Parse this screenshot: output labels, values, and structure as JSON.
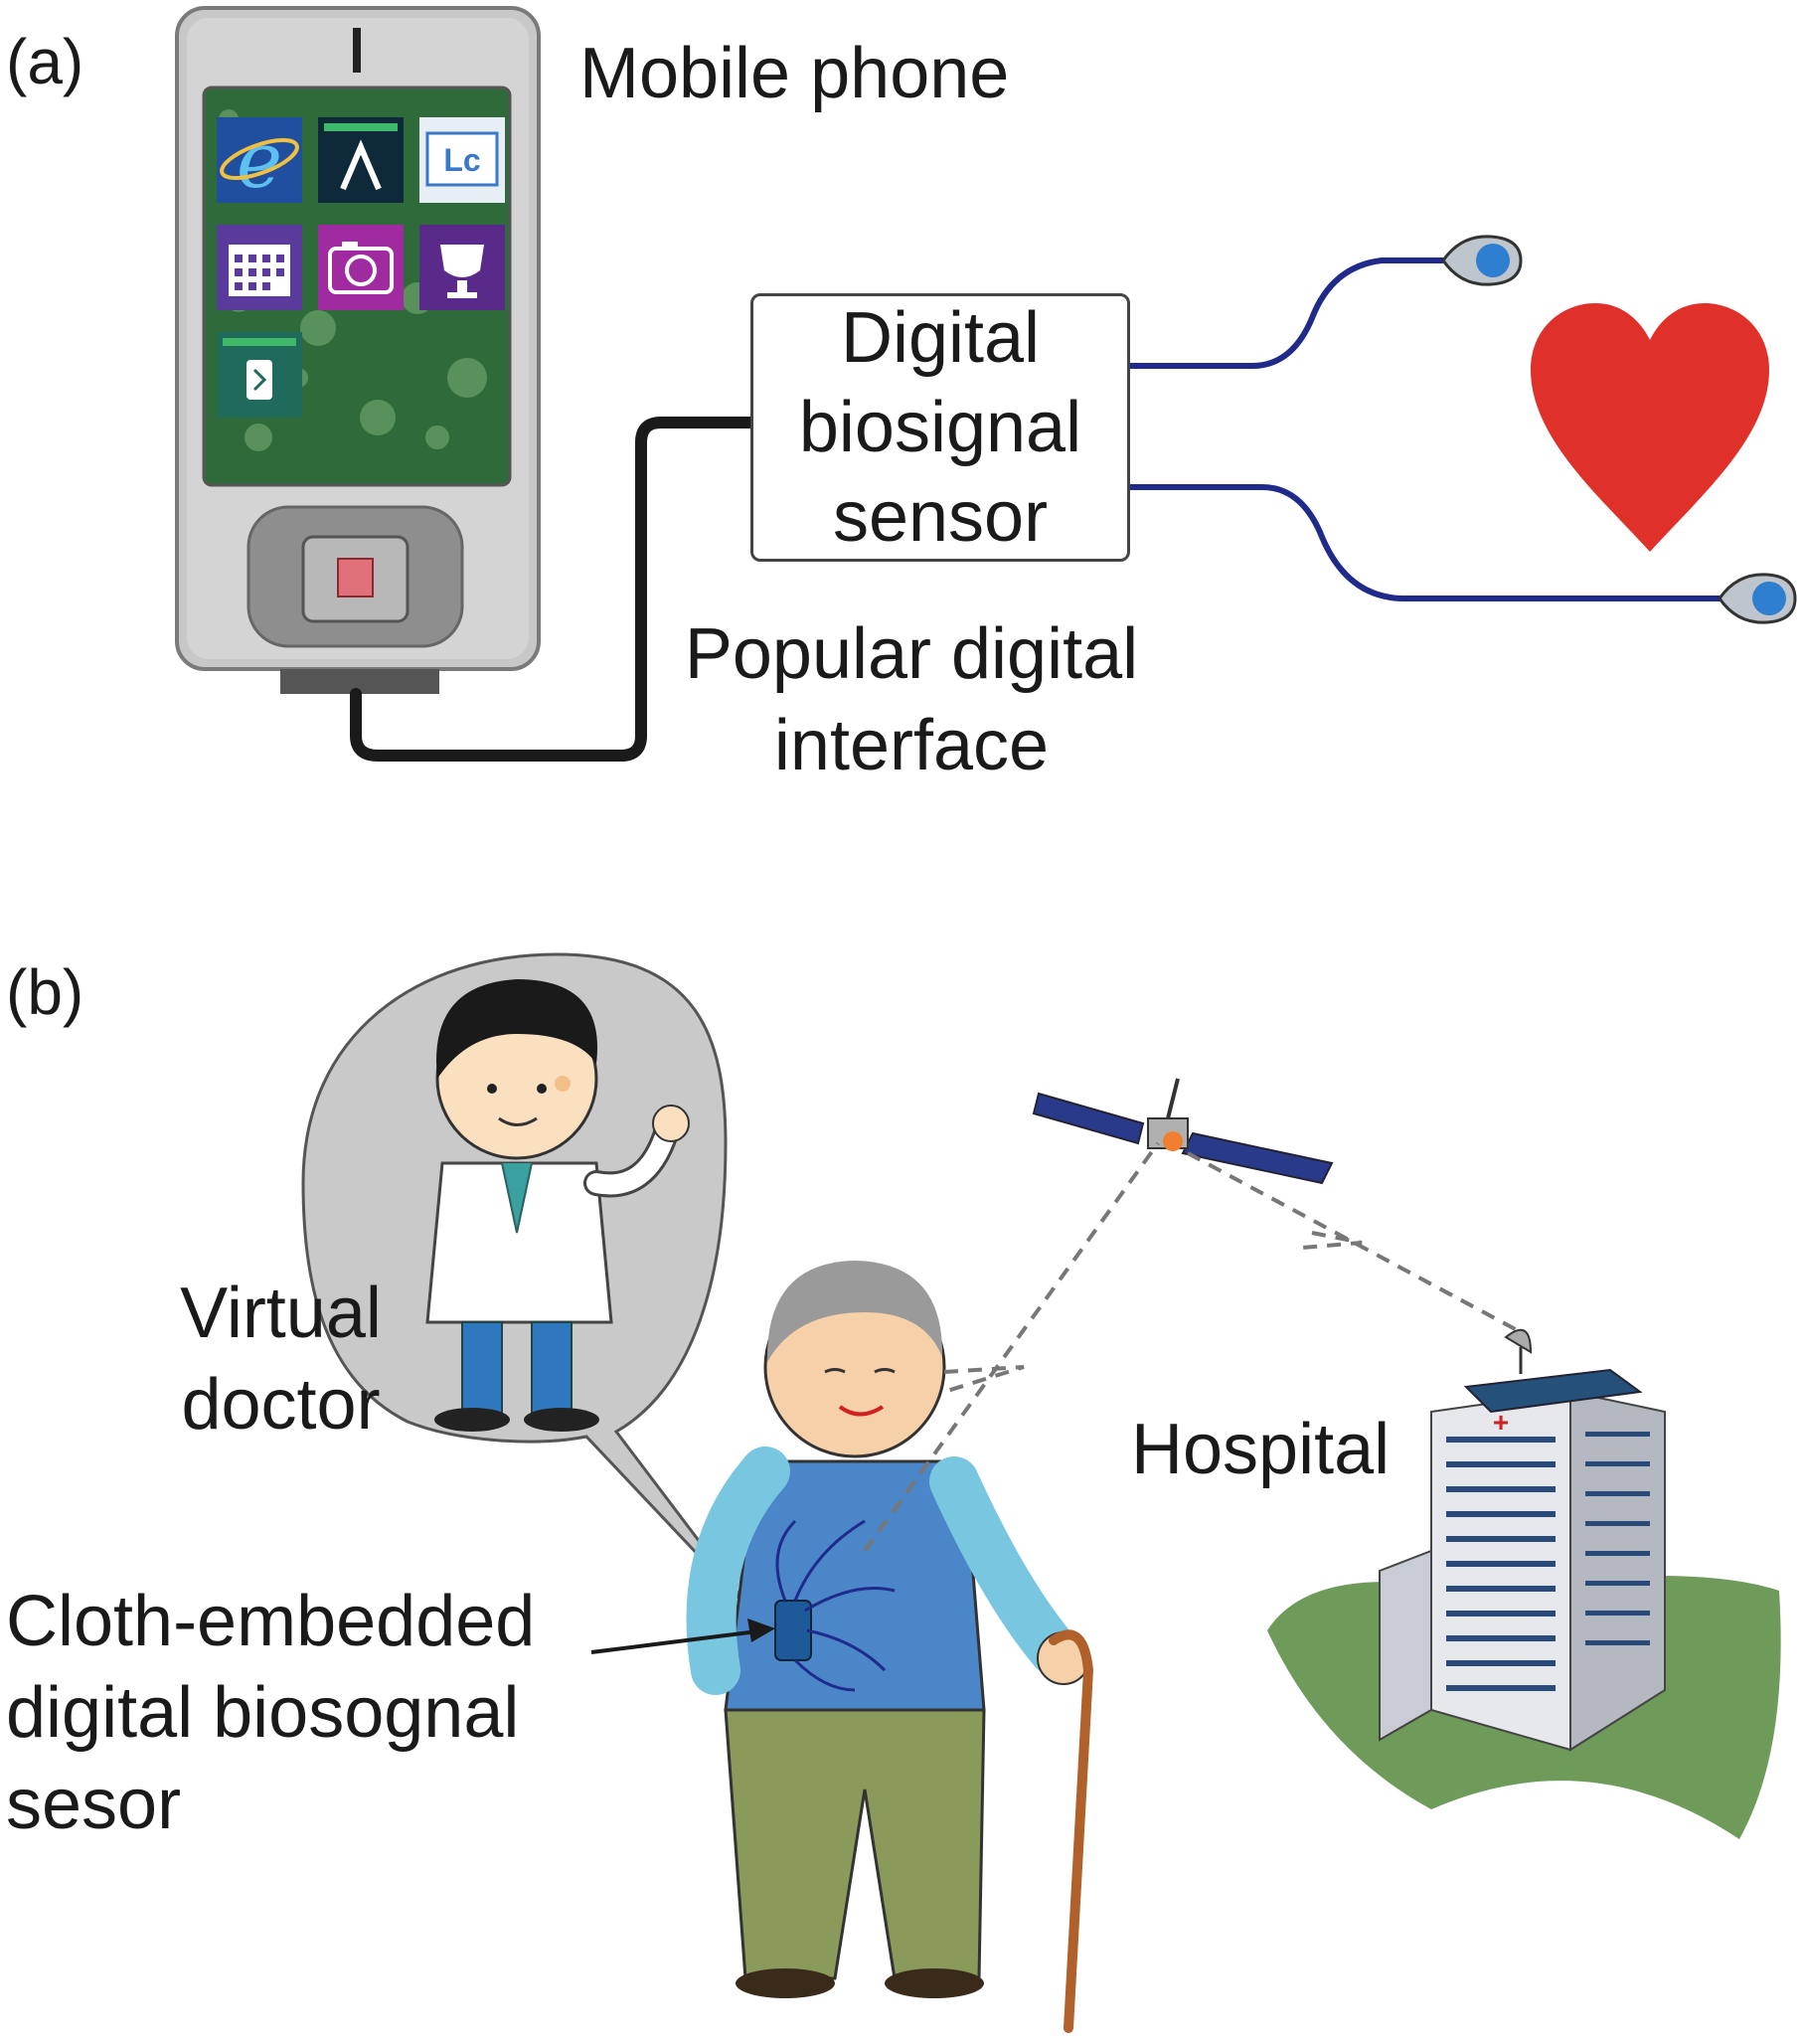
{
  "panel_a": {
    "label": "(a)",
    "mobile_phone": "Mobile phone",
    "sensor_lines": [
      "Digital",
      "biosignal",
      "sensor"
    ],
    "interface_lines": [
      "Popular digital",
      "interface"
    ],
    "app_icons": [
      "internet-explorer-icon",
      "app-a-icon",
      "lc-icon",
      "calendar-icon",
      "camera-icon",
      "trophy-icon",
      "app-tile-icon"
    ],
    "phone_screen_label": "Lc",
    "colors": {
      "heart": "#e0302a",
      "lead_wire": "#1f2a8a",
      "electrode": "#2e7fd0",
      "cable": "#1a1a1a",
      "phone_body": "#c8c8c8",
      "screen": "#2f6b3a"
    }
  },
  "panel_b": {
    "label": "(b)",
    "virtual_doctor": [
      "Virtual",
      "doctor"
    ],
    "hospital": "Hospital",
    "cloth_sensor": [
      "Cloth-embedded",
      "digital biosognal",
      "sesor"
    ],
    "colors": {
      "bubble": "#c9c9c9",
      "grass": "#6f9b5a",
      "vest": "#4a86c8",
      "pants": "#8a9a5a"
    }
  }
}
